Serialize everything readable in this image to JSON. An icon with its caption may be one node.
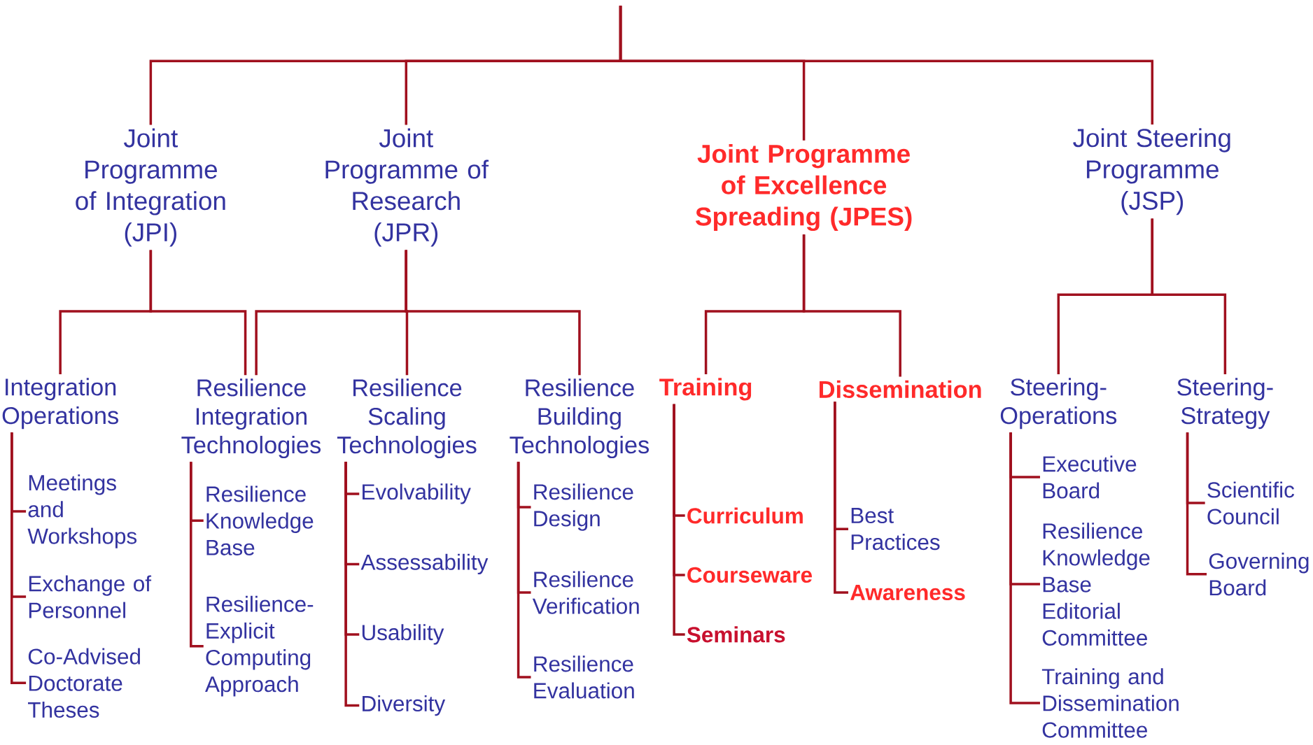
{
  "diagram": {
    "nodes": [
      {
        "text": [
          "Joint Programme of Integration (JPI)"
        ]
      },
      {
        "text": [
          "Joint Programme of Research (JPR)"
        ]
      },
      {
        "text": [
          "Joint Programme of Excellence Spreading (JPES)"
        ]
      },
      {
        "text": [
          "Joint Steering Programme (JSP)"
        ]
      },
      {
        "text": [
          "Integration Operations"
        ]
      },
      {
        "text": [
          "Resilience Integration Technologies"
        ]
      },
      {
        "text": [
          "Resilience Scaling Technologies"
        ]
      },
      {
        "text": [
          "Resilience Building Technologies"
        ]
      },
      {
        "text": [
          "Training"
        ]
      },
      {
        "text": [
          "Dissemination"
        ]
      },
      {
        "text": [
          "Steering-Operations"
        ]
      },
      {
        "text": [
          "Steering-Strategy"
        ]
      },
      {
        "text": [
          "Meetings and Workshops"
        ]
      },
      {
        "text": [
          "Exchange of Personnel"
        ]
      },
      {
        "text": [
          "Co-Advised Doctorate Theses"
        ]
      },
      {
        "text": [
          "Resilience Knowledge Base"
        ]
      },
      {
        "text": [
          "Resilience-Explicit Computing Approach"
        ]
      },
      {
        "text": [
          "Evolvability"
        ]
      },
      {
        "text": [
          "Assessability"
        ]
      },
      {
        "text": [
          "Usability"
        ]
      },
      {
        "text": [
          "Diversity"
        ]
      },
      {
        "text": [
          "Resilience Design"
        ]
      },
      {
        "text": [
          "Resilience Verification"
        ]
      },
      {
        "text": [
          "Resilience Evaluation"
        ]
      },
      {
        "text": [
          "Curriculum"
        ]
      },
      {
        "text": [
          "Courseware"
        ]
      },
      {
        "text": [
          "Seminars"
        ]
      },
      {
        "text": [
          "Best Practices"
        ]
      },
      {
        "text": [
          "Awareness"
        ]
      },
      {
        "text": [
          "Executive Board"
        ]
      },
      {
        "text": [
          "Resilience Knowledge Base Editorial Committee"
        ]
      },
      {
        "text": [
          "Training and Dissemination Committee"
        ]
      },
      {
        "text": [
          "Scientific Council"
        ]
      },
      {
        "text": [
          "Governing Board"
        ]
      }
    ],
    "edges": [
      {
        "from": null,
        "to": 0,
        "arrow": "none"
      },
      {
        "from": null,
        "to": 1,
        "arrow": "none"
      },
      {
        "from": null,
        "to": 2,
        "arrow": "none"
      },
      {
        "from": null,
        "to": 3,
        "arrow": "none"
      },
      {
        "from": 0,
        "to": 4,
        "arrow": "none"
      },
      {
        "from": 0,
        "to": 5,
        "arrow": "none"
      },
      {
        "from": 1,
        "to": 5,
        "arrow": "none"
      },
      {
        "from": 1,
        "to": 6,
        "arrow": "none"
      },
      {
        "from": 1,
        "to": 7,
        "arrow": "none"
      },
      {
        "from": 2,
        "to": 8,
        "arrow": "none"
      },
      {
        "from": 2,
        "to": 9,
        "arrow": "none"
      },
      {
        "from": 3,
        "to": 10,
        "arrow": "none"
      },
      {
        "from": 3,
        "to": 11,
        "arrow": "none"
      },
      {
        "from": 4,
        "to": 12,
        "arrow": "none"
      },
      {
        "from": 4,
        "to": 13,
        "arrow": "none"
      },
      {
        "from": 4,
        "to": 14,
        "arrow": "none"
      },
      {
        "from": 5,
        "to": 15,
        "arrow": "none"
      },
      {
        "from": 5,
        "to": 16,
        "arrow": "none"
      },
      {
        "from": 6,
        "to": 17,
        "arrow": "none"
      },
      {
        "from": 6,
        "to": 18,
        "arrow": "none"
      },
      {
        "from": 6,
        "to": 19,
        "arrow": "none"
      },
      {
        "from": 6,
        "to": 20,
        "arrow": "none"
      },
      {
        "from": 7,
        "to": 21,
        "arrow": "none"
      },
      {
        "from": 7,
        "to": 22,
        "arrow": "none"
      },
      {
        "from": 7,
        "to": 23,
        "arrow": "none"
      },
      {
        "from": 8,
        "to": 24,
        "arrow": "none"
      },
      {
        "from": 8,
        "to": 25,
        "arrow": "none"
      },
      {
        "from": 8,
        "to": 26,
        "arrow": "none"
      },
      {
        "from": 9,
        "to": 27,
        "arrow": "none"
      },
      {
        "from": 9,
        "to": 28,
        "arrow": "none"
      },
      {
        "from": 10,
        "to": 29,
        "arrow": "none"
      },
      {
        "from": 10,
        "to": 30,
        "arrow": "none"
      },
      {
        "from": 10,
        "to": 31,
        "arrow": "none"
      },
      {
        "from": 11,
        "to": 32,
        "arrow": "none"
      },
      {
        "from": 11,
        "to": 33,
        "arrow": "none"
      }
    ]
  }
}
